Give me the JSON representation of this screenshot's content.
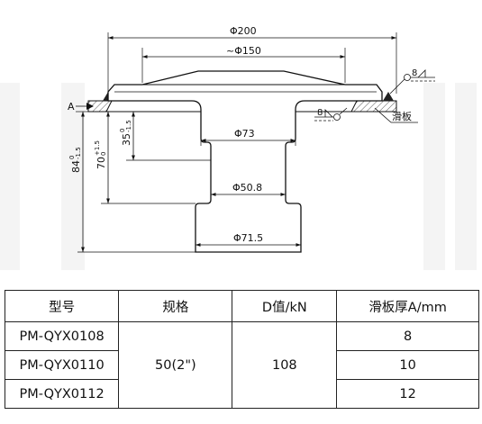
{
  "drawing": {
    "dims": {
      "d200": "Φ200",
      "d150": "~Φ150",
      "d73": "Φ73",
      "d50_8": "Φ50.8",
      "d71_5": "Φ71.5",
      "h84": "84",
      "h84_tol_upper": "0",
      "h84_tol_lower": "-1.5",
      "h70": "70",
      "h70_tol_upper": "+1.5",
      "h70_tol_lower": "0",
      "h35": "35",
      "h35_tol_upper": "0",
      "h35_tol_lower": "-1.5"
    },
    "datum": "A",
    "weld_size_top": "8",
    "weld_size_bottom": "8",
    "slide_plate_label": "滑板"
  },
  "table": {
    "headers": [
      "型号",
      "规格",
      "D值/kN",
      "滑板厚A/mm"
    ],
    "models": [
      "PM-QYX0108",
      "PM-QYX0110",
      "PM-QYX0112"
    ],
    "spec": "50(2\")",
    "d_value": "108",
    "thickness": [
      "8",
      "10",
      "12"
    ]
  },
  "colors": {
    "line": "#111111",
    "hatch": "#555555",
    "watermark": "#f4f4f4"
  }
}
